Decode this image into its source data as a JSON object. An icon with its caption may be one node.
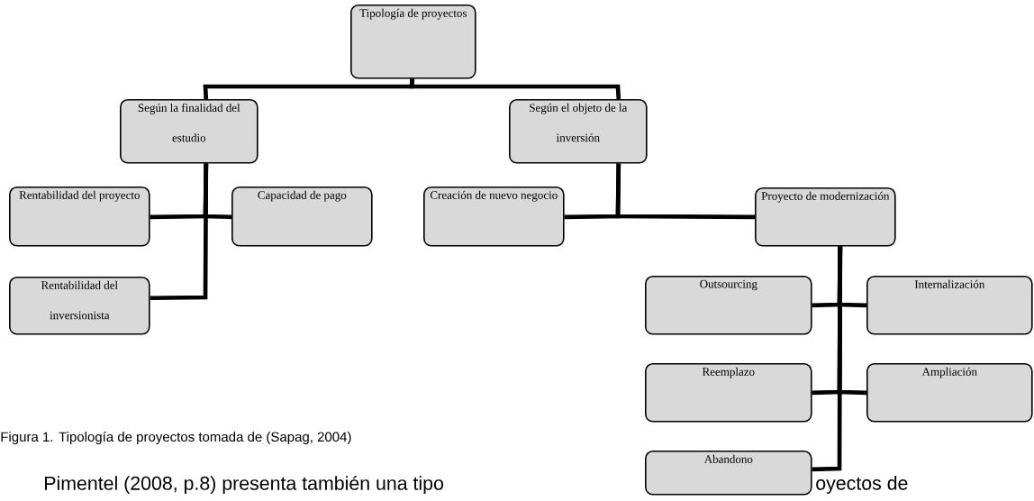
{
  "diagram": {
    "caption": "Figura 1. Tipología de proyectos tomada de (Sapag, 2004)",
    "nodes": [
      {
        "text": [
          "Tipología de proyectos"
        ]
      },
      {
        "text": [
          "Según la finalidad del estudio"
        ]
      },
      {
        "text": [
          "Según el objeto de la inversión"
        ]
      },
      {
        "text": [
          "Rentabilidad del proyecto"
        ]
      },
      {
        "text": [
          "Capacidad de pago"
        ]
      },
      {
        "text": [
          "Rentabilidad del inversionista"
        ]
      },
      {
        "text": [
          "Creación de nuevo negocio"
        ]
      },
      {
        "text": [
          "Proyecto de modernización"
        ]
      },
      {
        "text": [
          "Outsourcing"
        ]
      },
      {
        "text": [
          "Internalización"
        ]
      },
      {
        "text": [
          "Reemplazo"
        ]
      },
      {
        "text": [
          "Ampliación"
        ]
      },
      {
        "text": [
          "Abandono"
        ]
      }
    ],
    "edges": [
      {
        "from": 0,
        "to": 1,
        "arrow": "none"
      },
      {
        "from": 0,
        "to": 2,
        "arrow": "none"
      },
      {
        "from": 1,
        "to": 3,
        "arrow": "none"
      },
      {
        "from": 1,
        "to": 4,
        "arrow": "none"
      },
      {
        "from": 1,
        "to": 5,
        "arrow": "none"
      },
      {
        "from": 2,
        "to": 6,
        "arrow": "none"
      },
      {
        "from": 2,
        "to": 7,
        "arrow": "none"
      },
      {
        "from": 7,
        "to": 8,
        "arrow": "none"
      },
      {
        "from": 7,
        "to": 9,
        "arrow": "none"
      },
      {
        "from": 7,
        "to": 10,
        "arrow": "none"
      },
      {
        "from": 7,
        "to": 11,
        "arrow": "none"
      },
      {
        "from": 7,
        "to": 12,
        "arrow": "none"
      }
    ],
    "labels": [
      "Pimentel (2008, p.8) presenta también una tipo",
      "oyectos de"
    ]
  }
}
